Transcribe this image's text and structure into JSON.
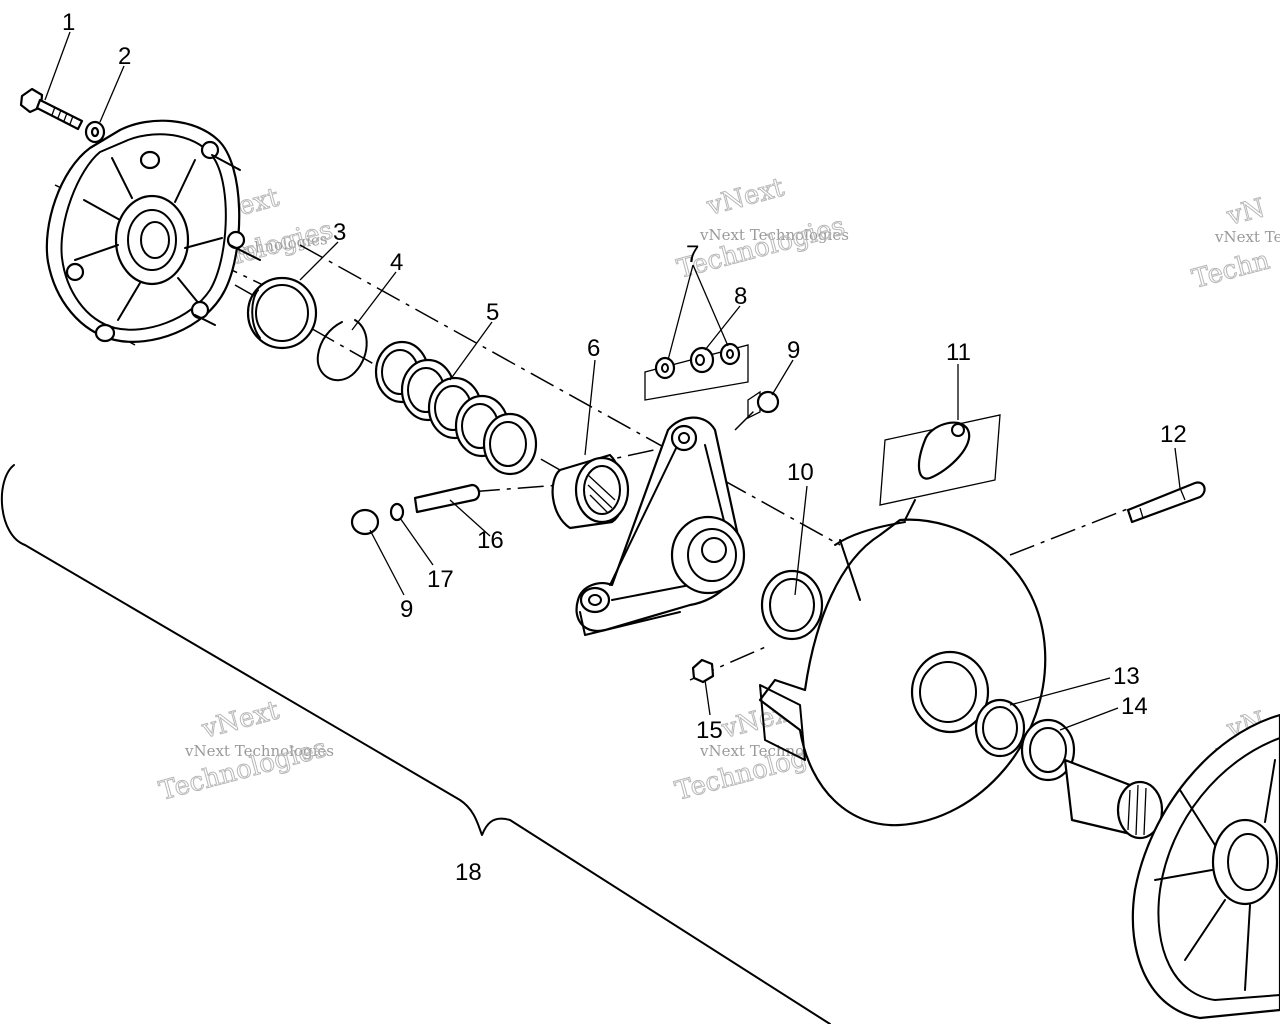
{
  "callouts": {
    "c1": "1",
    "c2": "2",
    "c3": "3",
    "c4": "4",
    "c5": "5",
    "c6": "6",
    "c7": "7",
    "c8": "8",
    "c9a": "9",
    "c9b": "9",
    "c10": "10",
    "c11": "11",
    "c12": "12",
    "c13": "13",
    "c14": "14",
    "c15": "15",
    "c16": "16",
    "c17": "17",
    "c18": "18"
  },
  "watermark": {
    "line1": "vNext",
    "line2": "Technologies",
    "combined": "vNext Technologies",
    "partial1": "vN",
    "partial2": "Techn"
  }
}
